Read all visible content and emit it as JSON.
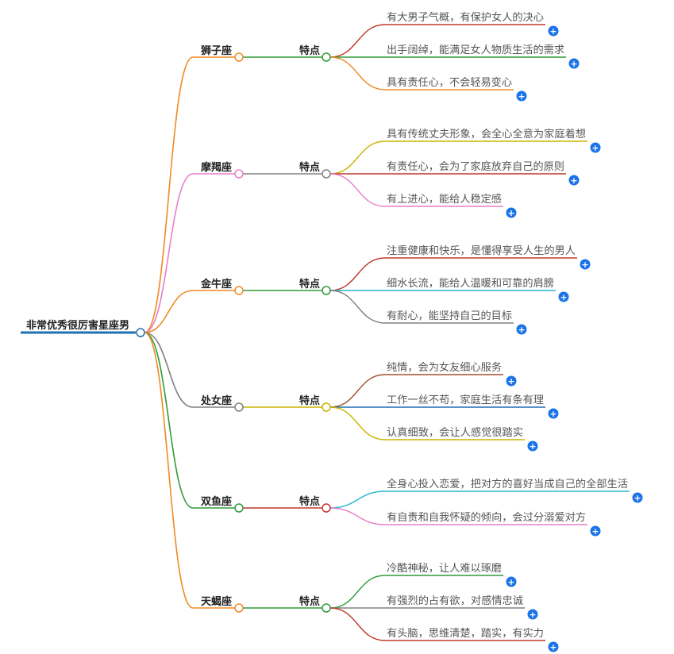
{
  "mindmap": {
    "root": {
      "label": "非常优秀很厉害星座男",
      "color": "#1f6fb2"
    },
    "branches": [
      {
        "label": "狮子座",
        "color": "#f08a24",
        "children": [
          {
            "label": "特点",
            "color": "#2e9c3a",
            "leaves": [
              {
                "label": "有大男子气概，有保护女人的决心",
                "color": "#c0392b"
              },
              {
                "label": "出手阔绰，能满足女人物质生活的需求",
                "color": "#2e9c3a"
              },
              {
                "label": "具有责任心，不会轻易变心",
                "color": "#f08a24"
              }
            ]
          }
        ]
      },
      {
        "label": "摩羯座",
        "color": "#e77fc8",
        "children": [
          {
            "label": "特点",
            "color": "#808080",
            "leaves": [
              {
                "label": "具有传统丈夫形象，会全心全意为家庭着想",
                "color": "#c8b400"
              },
              {
                "label": "有责任心，会为了家庭放弃自己的原则",
                "color": "#c0392b"
              },
              {
                "label": "有上进心，能给人稳定感",
                "color": "#e77fc8"
              }
            ]
          }
        ]
      },
      {
        "label": "金牛座",
        "color": "#f08a24",
        "children": [
          {
            "label": "特点",
            "color": "#2e9c3a",
            "leaves": [
              {
                "label": "注重健康和快乐，是懂得享受人生的男人",
                "color": "#c0392b"
              },
              {
                "label": "细水长流，能给人温暖和可靠的肩膀",
                "color": "#29b6d1"
              },
              {
                "label": "有耐心，能坚持自己的目标",
                "color": "#808080"
              }
            ]
          }
        ]
      },
      {
        "label": "处女座",
        "color": "#808080",
        "children": [
          {
            "label": "特点",
            "color": "#c8b400",
            "leaves": [
              {
                "label": "纯情，会为女友细心服务",
                "color": "#a0522d"
              },
              {
                "label": "工作一丝不苟，家庭生活有条有理",
                "color": "#1f6fb2"
              },
              {
                "label": "认真细致，会让人感觉很踏实",
                "color": "#c8b400"
              }
            ]
          }
        ]
      },
      {
        "label": "双鱼座",
        "color": "#2e9c3a",
        "children": [
          {
            "label": "特点",
            "color": "#c0392b",
            "leaves": [
              {
                "label": "全身心投入恋爱，把对方的喜好当成自己的全部生活",
                "color": "#29b6d1"
              },
              {
                "label": "有自责和自我怀疑的倾向，会过分溺爱对方",
                "color": "#e77fc8"
              }
            ]
          }
        ]
      },
      {
        "label": "天蝎座",
        "color": "#f08a24",
        "children": [
          {
            "label": "特点",
            "color": "#2e9c3a",
            "leaves": [
              {
                "label": "冷酷神秘，让人难以琢磨",
                "color": "#2e9c3a"
              },
              {
                "label": "有强烈的占有欲，对感情忠诚",
                "color": "#808080"
              },
              {
                "label": "有头脑，思维清楚，踏实，有实力",
                "color": "#c0392b"
              }
            ]
          }
        ]
      }
    ],
    "expand_button_color": "#1a73e8",
    "expand_symbol": "+"
  }
}
